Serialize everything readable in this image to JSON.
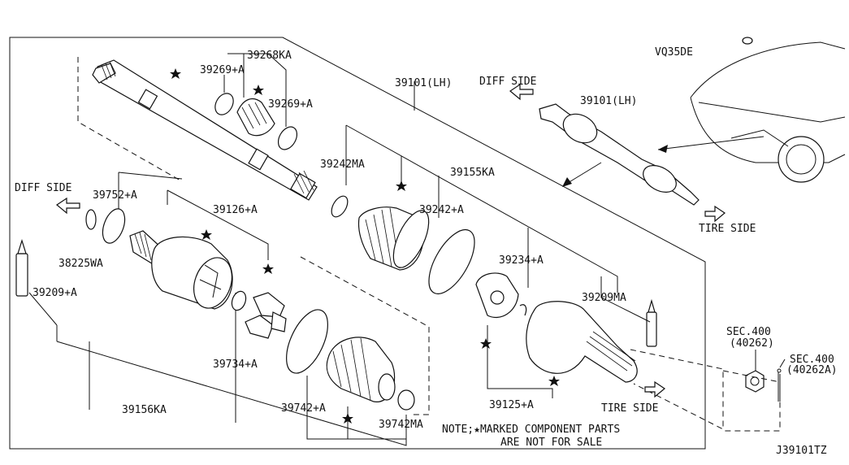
{
  "header": {
    "engine": "VQ35DE",
    "diagram_code": "J39101TZ"
  },
  "note": {
    "line1": "NOTE;★MARKED COMPONENT PARTS",
    "line2": "ARE NOT FOR SALE"
  },
  "directions": {
    "diff_side_top": "DIFF SIDE",
    "diff_side_left": "DIFF SIDE",
    "tire_side_top": "TIRE SIDE",
    "tire_side_bottom": "TIRE SIDE"
  },
  "parts": {
    "p39268KA": "39268KA",
    "p39269A_1": "39269+A",
    "p39269A_2": "39269+A",
    "p39101LH_1": "39101(LH)",
    "p39101LH_2": "39101(LH)",
    "p39242MA": "39242MA",
    "p39155KA": "39155KA",
    "p39242A": "39242+A",
    "p39752A": "39752+A",
    "p39126A": "39126+A",
    "p38225WA": "38225WA",
    "p39209A": "39209+A",
    "p39234A": "39234+A",
    "p39209MA": "39209MA",
    "p39734A": "39734+A",
    "p39156KA": "39156KA",
    "p39742A": "39742+A",
    "p39742MA": "39742MA",
    "p39125A": "39125+A",
    "sec400_a": "SEC.400",
    "sec400_a_ref": "(40262)",
    "sec400_b": "SEC.400",
    "sec400_b_ref": "(40262A)"
  }
}
